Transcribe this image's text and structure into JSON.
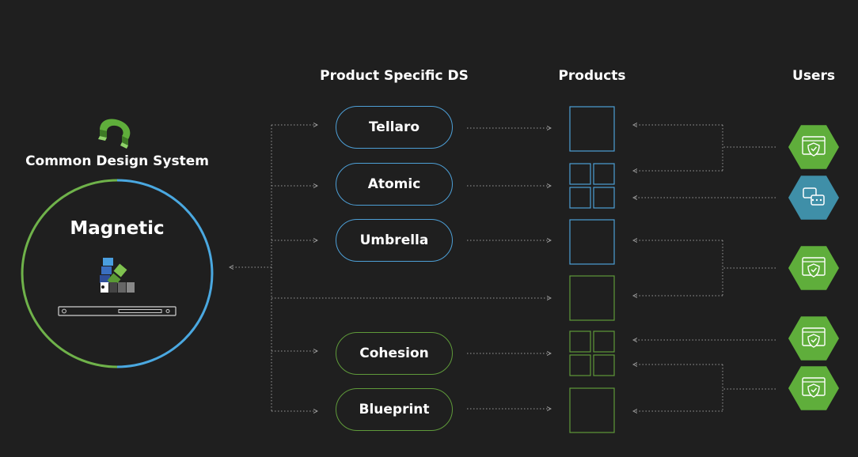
{
  "headings": {
    "product_ds": "Product Specific DS",
    "products": "Products",
    "users": "Users"
  },
  "common": {
    "label": "Common Design System",
    "name": "Magnetic",
    "icon": "magnet-icon"
  },
  "design_systems": [
    {
      "label": "Tellaro",
      "color": "#4d9fd6"
    },
    {
      "label": "Atomic",
      "color": "#4d9fd6"
    },
    {
      "label": "Umbrella",
      "color": "#4d9fd6"
    },
    {
      "label": "Cohesion",
      "color": "#5f9a3a"
    },
    {
      "label": "Blueprint",
      "color": "#5f9a3a"
    }
  ],
  "products": [
    {
      "layout": "single",
      "color": "#4d9fd6"
    },
    {
      "layout": "grid",
      "color": "#4d9fd6"
    },
    {
      "layout": "single",
      "color": "#4d9fd6"
    },
    {
      "layout": "single",
      "color": "#5f9a3a"
    },
    {
      "layout": "grid",
      "color": "#5f9a3a"
    },
    {
      "layout": "single",
      "color": "#5f9a3a"
    }
  ],
  "users": [
    {
      "icon": "secure-app-icon",
      "color": "#5fae3b"
    },
    {
      "icon": "chat-icon",
      "color": "#3f8fa8"
    },
    {
      "icon": "secure-app-icon",
      "color": "#5fae3b"
    },
    {
      "icon": "secure-app-icon",
      "color": "#5fae3b"
    },
    {
      "icon": "secure-app-icon",
      "color": "#5fae3b"
    }
  ],
  "colors": {
    "background": "#1f1f1f",
    "blue": "#4d9fd6",
    "green": "#5f9a3a",
    "connector": "#9a9a9a"
  }
}
